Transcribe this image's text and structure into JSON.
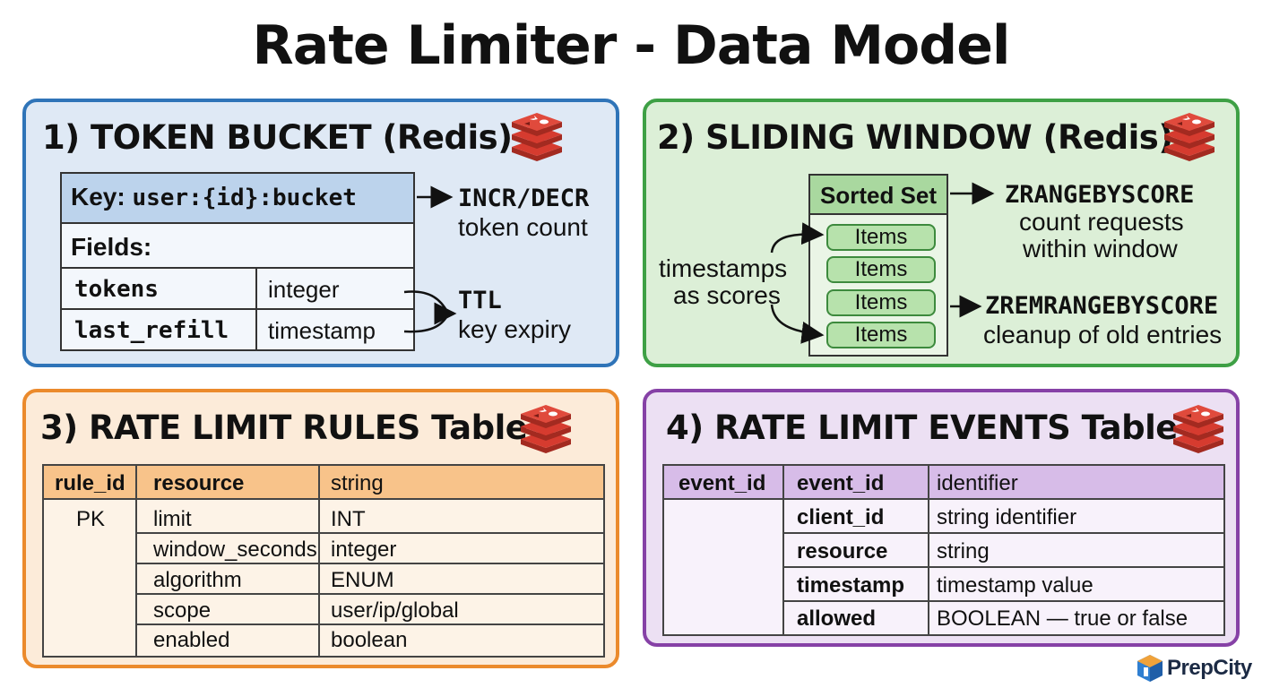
{
  "title": "Rate Limiter - Data Model",
  "panel1": {
    "title": "1) TOKEN BUCKET (Redis)",
    "key_label": "Key:",
    "key_value": "user:{id}:bucket",
    "fields_label": "Fields:",
    "rows": [
      {
        "name": "tokens",
        "type": "integer"
      },
      {
        "name": "last_refill",
        "type": "timestamp"
      }
    ],
    "op": "INCR/DECR",
    "op_desc": "token count",
    "ttl": "TTL",
    "ttl_desc": "key expiry"
  },
  "panel2": {
    "title": "2) SLIDING WINDOW (Redis)",
    "set_label": "Sorted Set",
    "items": [
      "Items",
      "Items",
      "Items",
      "Items"
    ],
    "left_line1": "timestamps",
    "left_line2": "as scores",
    "op1": "ZRANGEBYSCORE",
    "op1_line1": "count requests",
    "op1_line2": "within window",
    "op2": "ZREMRANGEBYSCORE",
    "op2_desc": "cleanup of old entries"
  },
  "panel3": {
    "title": "3) RATE LIMIT RULES Table",
    "key_col": "rule_id",
    "key_tag": "PK",
    "rows": [
      {
        "field": "resource",
        "type": "string"
      },
      {
        "field": "limit",
        "type": "INT"
      },
      {
        "field": "window_seconds",
        "type": "integer"
      },
      {
        "field": "algorithm",
        "type": "ENUM"
      },
      {
        "field": "scope",
        "type": "user/ip/global"
      },
      {
        "field": "enabled",
        "type": "boolean"
      }
    ]
  },
  "panel4": {
    "title": "4) RATE LIMIT EVENTS Table",
    "key_col": "event_id",
    "rows": [
      {
        "field": "event_id",
        "type": "identifier"
      },
      {
        "field": "client_id",
        "type": "string identifier"
      },
      {
        "field": "resource",
        "type": "string"
      },
      {
        "field": "timestamp",
        "type": "timestamp value"
      },
      {
        "field": "allowed",
        "type": "BOOLEAN — true or false"
      }
    ]
  },
  "brand": {
    "name": "PrepCity"
  },
  "colors": {
    "redis_red": "#d63b2f",
    "token_bucket": "#2f74b8",
    "sliding_window": "#3ea045",
    "rules_table": "#eb8a2c",
    "events_table": "#8641a6"
  }
}
